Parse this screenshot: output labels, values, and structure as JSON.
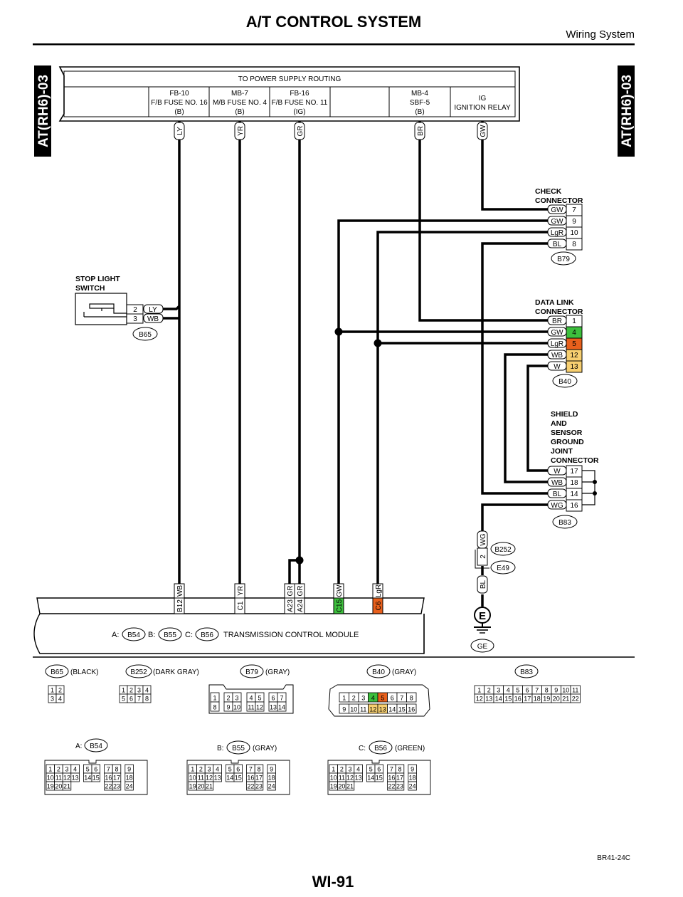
{
  "header": {
    "title": "A/T CONTROL SYSTEM",
    "section": "Wiring System",
    "side_tab": "AT(RH6)-03"
  },
  "power_supply": {
    "title": "TO POWER SUPPLY ROUTING",
    "fuses": [
      {
        "l1": "FB-10",
        "l2": "F/B FUSE NO. 16",
        "l3": "(B)",
        "wire": "LY"
      },
      {
        "l1": "MB-7",
        "l2": "M/B FUSE NO. 4",
        "l3": "(B)",
        "wire": "YR"
      },
      {
        "l1": "FB-16",
        "l2": "F/B FUSE NO. 11",
        "l3": "(IG)",
        "wire": "GR"
      },
      {
        "l1": "MB-4",
        "l2": "SBF-5",
        "l3": "(B)",
        "wire": "BR"
      },
      {
        "l1": "IG",
        "l2": "IGNITION RELAY",
        "wire": "GW"
      }
    ]
  },
  "stop_light_switch": {
    "label_1": "STOP LIGHT",
    "label_2": "SWITCH",
    "connector": "B65",
    "pins": [
      {
        "pin": "2",
        "wire": "LY"
      },
      {
        "pin": "3",
        "wire": "WB"
      }
    ]
  },
  "check_connector": {
    "label_1": "CHECK",
    "label_2": "CONNECTOR",
    "connector": "B79",
    "pins": [
      {
        "wire": "GW",
        "pin": "7"
      },
      {
        "wire": "GW",
        "pin": "9"
      },
      {
        "wire": "LgR",
        "pin": "10"
      },
      {
        "wire": "BL",
        "pin": "8"
      }
    ]
  },
  "data_link_connector": {
    "label_1": "DATA LINK",
    "label_2": "CONNECTOR",
    "connector": "B40",
    "pins": [
      {
        "wire": "BR",
        "pin": "1"
      },
      {
        "wire": "GW",
        "pin": "4"
      },
      {
        "wire": "LgR",
        "pin": "5"
      },
      {
        "wire": "WB",
        "pin": "12"
      },
      {
        "wire": "W",
        "pin": "13"
      }
    ]
  },
  "shield_joint_connector": {
    "lines": [
      "SHIELD",
      "AND",
      "SENSOR",
      "GROUND",
      "JOINT",
      "CONNECTOR"
    ],
    "connector": "B83",
    "pins": [
      {
        "wire": "W",
        "pin": "17"
      },
      {
        "wire": "WB",
        "pin": "18"
      },
      {
        "wire": "BL",
        "pin": "14"
      },
      {
        "wire": "WG",
        "pin": "16"
      }
    ]
  },
  "ground_path": {
    "wire_top": "WG",
    "pin": "2",
    "connector_1": "B252",
    "connector_2": "E49",
    "wire_bottom": "BL",
    "ground_symbol": "E",
    "ground_label": "GE"
  },
  "tcm": {
    "label_a": "A:",
    "conn_a": "B54",
    "label_b": "B:",
    "conn_b": "B55",
    "label_c": "C:",
    "conn_c": "B56",
    "name": "TRANSMISSION CONTROL MODULE",
    "terminals": [
      {
        "wire": "WB",
        "pin": "B12"
      },
      {
        "wire": "YR",
        "pin": "C1"
      },
      {
        "wire": "GR",
        "pin": "A23"
      },
      {
        "wire": "GR",
        "pin": "A24"
      },
      {
        "wire": "GW",
        "pin": "C15"
      },
      {
        "wire": "LgR",
        "pin": "C6"
      }
    ]
  },
  "connector_views": {
    "b65": {
      "name": "B65",
      "color": "(BLACK)",
      "row1": [
        "1",
        "2"
      ],
      "row2": [
        "3",
        "4"
      ]
    },
    "b252": {
      "name": "B252",
      "color": "(DARK GRAY)",
      "row1": [
        "1",
        "2",
        "3",
        "4"
      ],
      "row2": [
        "5",
        "6",
        "7",
        "8"
      ]
    },
    "b79": {
      "name": "B79",
      "color": "(GRAY)",
      "row1": [
        "1",
        "2",
        "3",
        "4",
        "5",
        "6",
        "7"
      ],
      "row2": [
        "8",
        "9",
        "10",
        "11",
        "12",
        "13",
        "14"
      ]
    },
    "b40": {
      "name": "B40",
      "color": "(GRAY)",
      "row1": [
        "1",
        "2",
        "3",
        "4",
        "5",
        "6",
        "7",
        "8"
      ],
      "row2": [
        "9",
        "10",
        "11",
        "12",
        "13",
        "14",
        "15",
        "16"
      ]
    },
    "b83": {
      "name": "B83",
      "row1": [
        "1",
        "2",
        "3",
        "4",
        "5",
        "6",
        "7",
        "8",
        "9",
        "10",
        "11"
      ],
      "row2": [
        "12",
        "13",
        "14",
        "15",
        "16",
        "17",
        "18",
        "19",
        "20",
        "21",
        "22"
      ]
    },
    "tcm_grid": {
      "row1": [
        "1",
        "2",
        "3",
        "4",
        "5",
        "6",
        "7",
        "8",
        "9"
      ],
      "row2": [
        "10",
        "11",
        "12",
        "13",
        "14",
        "15",
        "16",
        "17",
        "18"
      ],
      "row3": [
        "19",
        "20",
        "21",
        "22",
        "23",
        "24"
      ]
    },
    "a_view": {
      "label": "A:",
      "name": "B54"
    },
    "b_view": {
      "label": "B:",
      "name": "B55",
      "color": "(GRAY)"
    },
    "c_view": {
      "label": "C:",
      "name": "B56",
      "color": "(GREEN)"
    }
  },
  "highlight_colors": {
    "gw_pin": "#3dbf3d",
    "lgr_pin": "#e8601c",
    "wb_w_pins": "#f7cf70"
  },
  "footer": {
    "code": "BR41-24C",
    "page": "WI-91"
  }
}
